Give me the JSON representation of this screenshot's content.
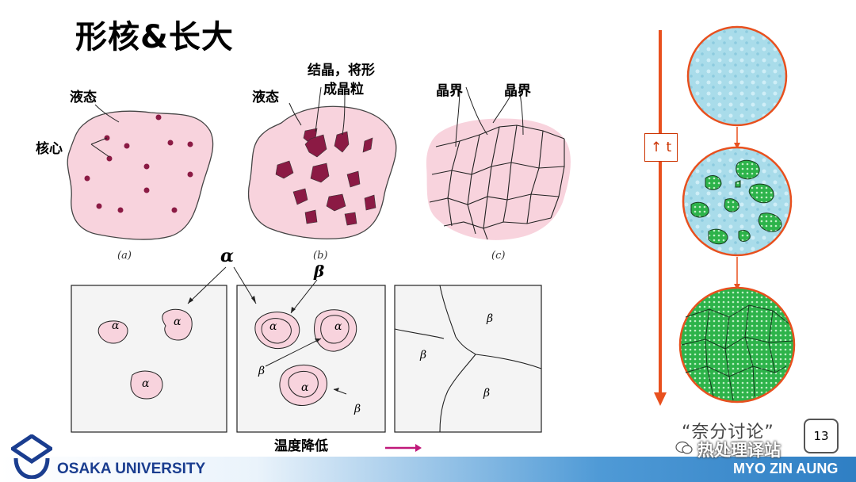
{
  "slide": {
    "title": "形核&长大",
    "page_number": "13",
    "footer_org": "OSAKA UNIVERSITY",
    "footer_author": "MYO ZIN AUNG",
    "watermark_quote": "“奈分讨论”",
    "watermark_site": "热处理译站"
  },
  "top_row": {
    "a": {
      "liquid": "液态",
      "nuclei": "核心",
      "caption": "(a)"
    },
    "b": {
      "liquid": "液态",
      "crystallize": "结晶，将形",
      "crystallize2": "成晶粒",
      "caption": "(b)"
    },
    "c": {
      "boundary1": "晶界",
      "boundary2": "晶界",
      "caption": "(c)"
    }
  },
  "bottom_row": {
    "alpha": "α",
    "beta": "β",
    "temp_label": "温度降低"
  },
  "right_panel": {
    "time_label": "↑ t"
  },
  "colors": {
    "pink": "#f8d3dd",
    "nucleus": "#8b1a44",
    "arrow_red": "#e8501e",
    "green": "#2db34a",
    "water": "#a9dcea"
  }
}
